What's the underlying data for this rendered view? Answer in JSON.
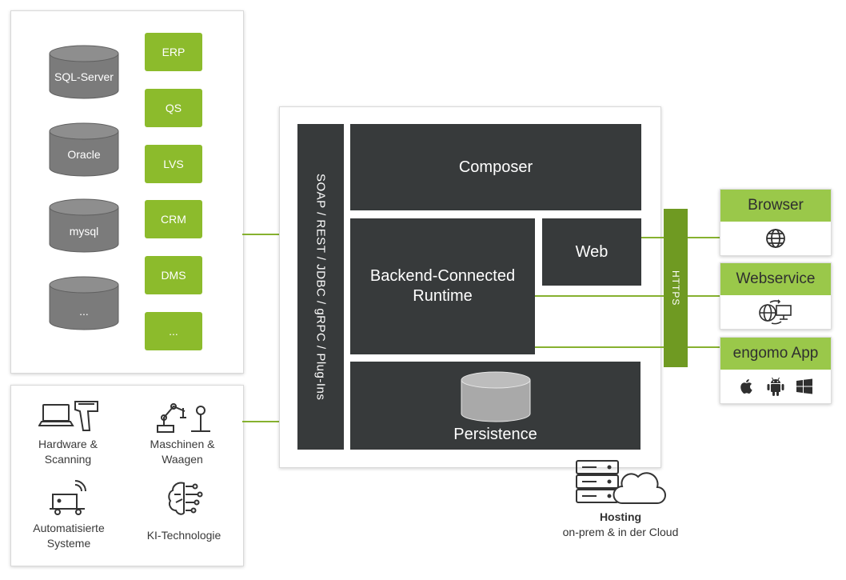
{
  "datasources": {
    "databases": [
      "SQL-Server",
      "Oracle",
      "mysql",
      "..."
    ],
    "systems": [
      "ERP",
      "QS",
      "LVS",
      "CRM",
      "DMS",
      "..."
    ]
  },
  "devices": [
    {
      "label": "Hardware &\nScanning"
    },
    {
      "label": "Maschinen &\nWaagen"
    },
    {
      "label": "Automatisierte\nSysteme"
    },
    {
      "label": "KI-Technologie"
    }
  ],
  "platform": {
    "protocols": "SOAP / REST / JDBC / gRPC / Plug-Ins",
    "composer": "Composer",
    "runtime": "Backend-Connected\nRuntime",
    "web": "Web",
    "persistence": "Persistence",
    "https": "HTTPS"
  },
  "clients": [
    {
      "title": "Browser",
      "icons": [
        "globe-icon"
      ]
    },
    {
      "title": "Webservice",
      "icons": [
        "globe-exchange-monitor-icon"
      ]
    },
    {
      "title": "engomo App",
      "icons": [
        "apple-icon",
        "android-icon",
        "windows-icon"
      ]
    }
  ],
  "hosting": {
    "title": "Hosting",
    "subtitle": "on-prem & in der Cloud"
  },
  "colors": {
    "green": "#8cbb2c",
    "light_green": "#9ac84a",
    "dark_box": "#373a3b",
    "cylinder_grey": "#7d7d7d"
  }
}
